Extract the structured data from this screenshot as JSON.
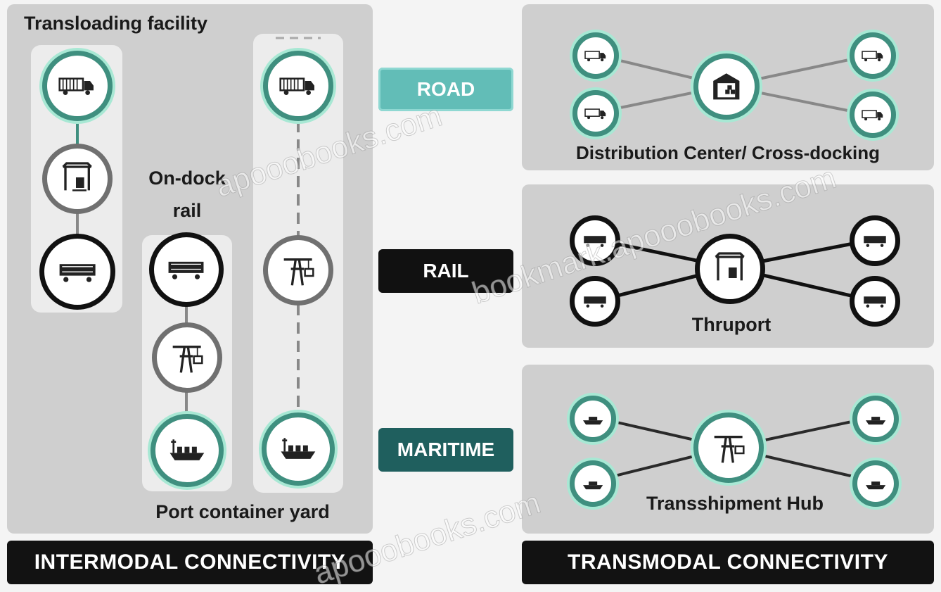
{
  "intermodal": {
    "transloading_label": "Transloading facility",
    "ondock_label_line1": "On-dock",
    "ondock_label_line2": "rail",
    "yard_label": "Port container yard",
    "footer": "INTERMODAL CONNECTIVITY"
  },
  "modes": {
    "road": "ROAD",
    "rail": "RAIL",
    "maritime": "MARITIME"
  },
  "transmodal": {
    "dc_label": "Distribution Center/ Cross-docking",
    "thruport_label": "Thruport",
    "hub_label": "Transshipment Hub",
    "footer": "TRANSMODAL CONNECTIVITY"
  },
  "colors": {
    "teal": "#3f8f7f",
    "road_badge": "#62bdb7",
    "maritime_badge": "#1f5f5e",
    "rail_badge": "#111111"
  },
  "watermarks": [
    "apooobooks.com",
    "bookmark.apooobooks.com",
    "apooobooks.com"
  ]
}
